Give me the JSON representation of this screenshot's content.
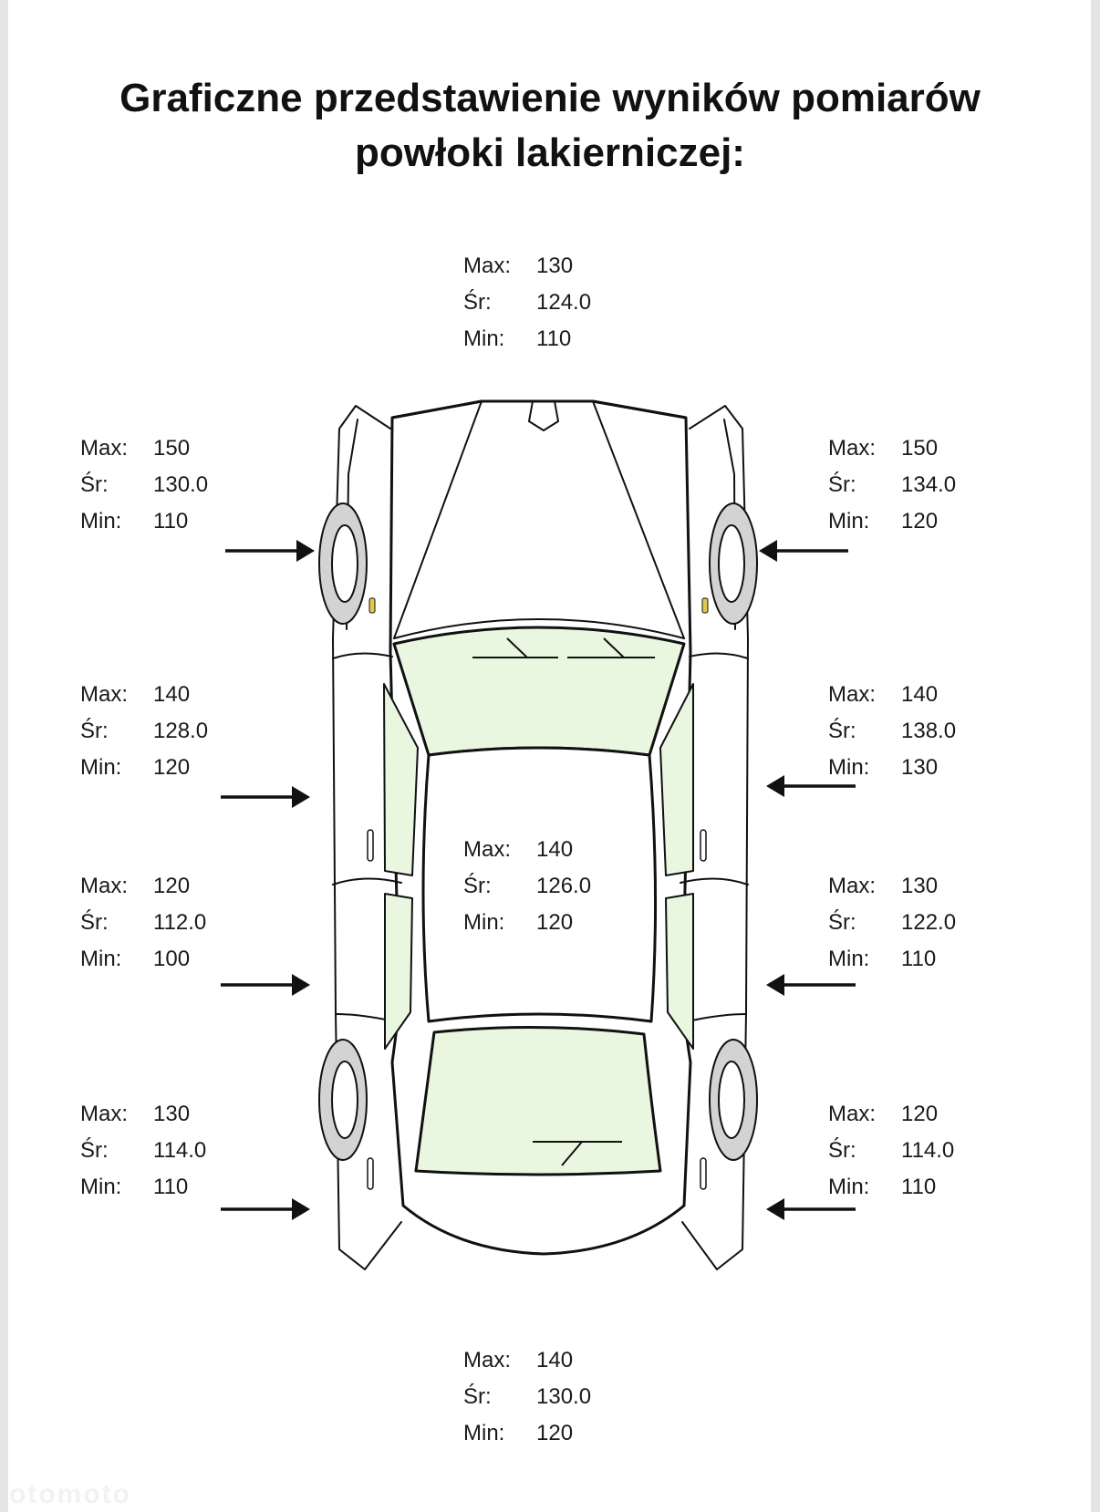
{
  "title": {
    "line1": "Graficzne przedstawienie wyników pomiarów",
    "line2": "powłoki lakierniczej:"
  },
  "labels": {
    "max": "Max:",
    "avg": "Śr:",
    "min": "Min:"
  },
  "colors": {
    "glass": "#eaf7e0",
    "tire": "#d3d3d3",
    "outline": "#111111"
  },
  "watermark": "otomoto",
  "panels": {
    "hood": {
      "max": "130",
      "avg": "124.0",
      "min": "110"
    },
    "left_front_fender": {
      "max": "150",
      "avg": "130.0",
      "min": "110"
    },
    "right_front_fender": {
      "max": "150",
      "avg": "134.0",
      "min": "120"
    },
    "left_front_door": {
      "max": "140",
      "avg": "128.0",
      "min": "120"
    },
    "right_front_door": {
      "max": "140",
      "avg": "138.0",
      "min": "130"
    },
    "roof": {
      "max": "140",
      "avg": "126.0",
      "min": "120"
    },
    "left_rear_door": {
      "max": "120",
      "avg": "112.0",
      "min": "100"
    },
    "right_rear_door": {
      "max": "130",
      "avg": "122.0",
      "min": "110"
    },
    "left_rear_fender": {
      "max": "130",
      "avg": "114.0",
      "min": "110"
    },
    "right_rear_fender": {
      "max": "120",
      "avg": "114.0",
      "min": "110"
    },
    "trunk": {
      "max": "140",
      "avg": "130.0",
      "min": "120"
    }
  }
}
